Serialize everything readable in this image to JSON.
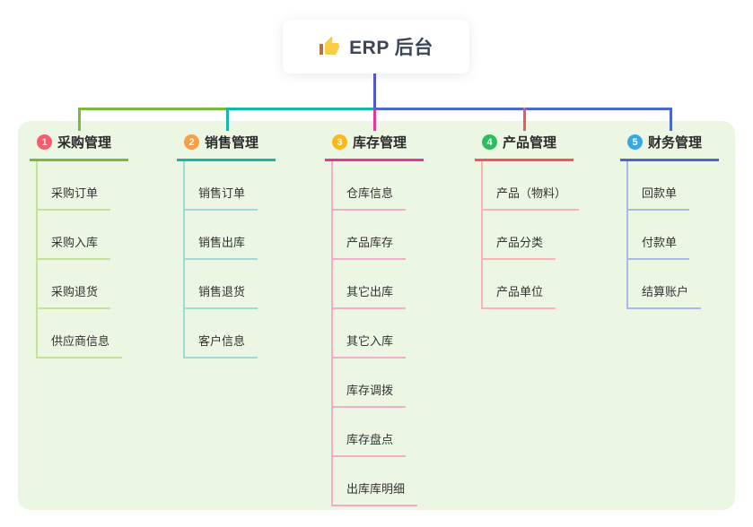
{
  "root": {
    "title": "ERP 后台",
    "icon": "thumbs-up-icon",
    "icon_colors": {
      "hand": "#f8ce46",
      "cuff": "#b5713f"
    }
  },
  "canvas": {
    "background": "#ebf7e3"
  },
  "connectors": {
    "root_line": "#5056cb"
  },
  "branches": [
    {
      "num": "1",
      "label": "采购管理",
      "color": "#7cb93c",
      "pale": "#c3e29b",
      "badge": "#f85b6b",
      "children": [
        "采购订单",
        "采购入库",
        "采购退货",
        "供应商信息"
      ]
    },
    {
      "num": "2",
      "label": "销售管理",
      "color": "#13b8aa",
      "pale": "#9edcd5",
      "badge": "#fa9d45",
      "children": [
        "销售订单",
        "销售出库",
        "销售退货",
        "客户信息"
      ]
    },
    {
      "num": "3",
      "label": "库存管理",
      "color": "#e8359e",
      "pale": "#f5abcd",
      "badge": "#fbb817",
      "children": [
        "仓库信息",
        "产品库存",
        "其它出库",
        "其它入库",
        "库存调拨",
        "库存盘点",
        "出库库明细"
      ]
    },
    {
      "num": "4",
      "label": "产品管理",
      "color": "#f8545c",
      "pale": "#fab4b3",
      "badge": "#2dbd5f",
      "children": [
        "产品（物料）",
        "产品分类",
        "产品单位"
      ]
    },
    {
      "num": "5",
      "label": "财务管理",
      "color": "#4a66d2",
      "pale": "#aab9e8",
      "badge": "#38a9e0",
      "children": [
        "回款单",
        "付款单",
        "结算账户"
      ]
    }
  ]
}
